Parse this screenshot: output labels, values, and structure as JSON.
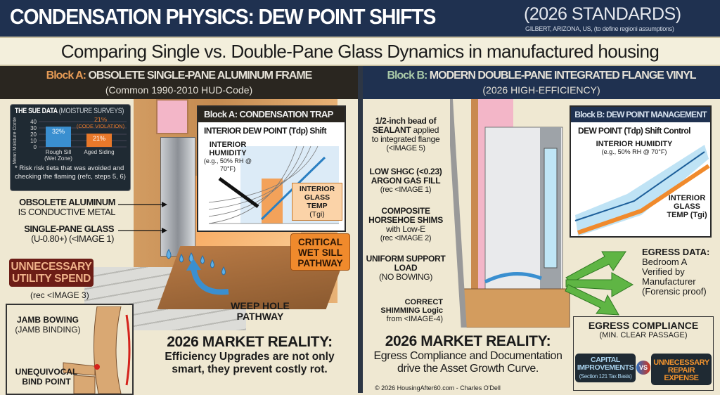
{
  "header": {
    "title": "CONDENSATION PHYSICS: DEW POINT SHIFTS",
    "standards": "(2026 STANDARDS)",
    "location": "GILBERT, ARIZONA, US, (to define regioni assumptions)"
  },
  "banner": "Comparing Single vs. Double-Pane Glass Dynamics in manufactured housing",
  "block_a": {
    "prefix": "Block A:",
    "title": "OBSOLETE SINGLE-PANE ALUMINUM FRAME",
    "subtitle": "(Common 1990-2010 HUD-Code)",
    "sue": {
      "title": "THE SUE DATA",
      "title_note": "(MOISTURE SURVEYS)",
      "ylabel": "Mean Moisture Content (%)",
      "yticks": [
        "40",
        "30",
        "20",
        "10",
        "0"
      ],
      "ylim": [
        0,
        40
      ],
      "bars": [
        {
          "label1": "Rough Sill",
          "label2": "(Wet Zone)",
          "value": 32,
          "value_label": "32%",
          "color": "#3a8fd0"
        },
        {
          "label1": "Aged Siding",
          "label2": "",
          "value": 21,
          "value_label": "21%",
          "color": "#e8782a"
        }
      ],
      "annotation": "21%",
      "annotation2": "(CODE VIOLATION)",
      "note": "* Risk risk tieta that was avoided and checking the flaming (refc, steps 5, 6)"
    },
    "trap": {
      "title": "Block A: CONDENSATION TRAP",
      "subtitle": "INTERIOR DEW POINT (Tdp) Shift",
      "humidity": "INTERIOR HUMIDITY",
      "humidity_note": "(e.g., 50% RH @ 70°F)",
      "glass": "INTERIOR GLASS TEMP",
      "glass_sym": "(Tgi)"
    },
    "wet_sill": "CRITICAL WET SILL PATHWAY",
    "labels": {
      "aluminum": "OBSOLETE ALUMINUM",
      "aluminum2": "IS CONDUCTIVE METAL",
      "glass": "SINGLE-PANE GLASS",
      "glass2": "(U-0.80+) (<IMAGE 1)",
      "utility": "UNNECESSARY UTILITY SPEND",
      "utility_ref": "(rec <IMAGE 3)",
      "weep": "WEEP HOLE PATHWAY",
      "jamb": "JAMB BOWING",
      "jamb2": "(JAMB BINDING)",
      "bind": "UNEQUIVOCAL BIND POINT"
    },
    "market": {
      "title": "2026 MARKET REALITY:",
      "body": "Efficiency Upgrades are not only smart, they prevent costly rot."
    }
  },
  "block_b": {
    "prefix": "Block B:",
    "title": "MODERN DOUBLE-PANE INTEGRATED FLANGE VINYL",
    "subtitle": "(2026 HIGH-EFFICIENCY)",
    "labels": {
      "sealant1": "1/2-inch bead of",
      "sealant2": "SEALANT",
      "sealant3": "applied",
      "sealant4": "to integrated flange",
      "sealant5": "(<IMAGE 5)",
      "shgc": "LOW SHGC (<0.23)",
      "argon": "ARGON GAS FILL",
      "argon_ref": "(rec <IMAGE 1)",
      "shims": "COMPOSITE HORSEHOE SHIMS",
      "shims2": "with Low-E",
      "shims_ref": "(rec <IMAGE 2)",
      "uniform": "UNIFORM SUPPORT LOAD",
      "uniform2": "(NO BOWING)",
      "correct": "CORRECT",
      "correct2": "SHIMMING Logic",
      "correct3": "from <IMAGE-4)"
    },
    "dew": {
      "title": "Block B: DEW POINT MANAGEMENT",
      "subtitle": "DEW POINT (Tdp) Shift Control",
      "humidity": "INTERIOR HUMIDITY",
      "humidity_note": "(e.g., 50% RH @ 70°F)",
      "glass": "INTERIOR GLASS TEMP (Tgi)"
    },
    "egress_data": {
      "title": "EGRESS DATA:",
      "body": "Bedroom A Verified by Manufacturer (Forensic proof)"
    },
    "egress_compliance": {
      "title": "EGRESS COMPLIANCE",
      "subtitle": "(MIN. CLEAR PASSAGE)",
      "left": "CAPITAL IMPROVEMENTS",
      "left_note": "(Section 121 Tax Basis)",
      "vs": "VS",
      "right": "UNNECESSARY REPAIR EXPENSE"
    },
    "market": {
      "title": "2026 MARKET REALITY:",
      "body": "Egress Compliance and Documentation drive the Asset Growth Curve."
    }
  },
  "footer": "© 2026 HousingAfter60.com - Charles O'Dell"
}
